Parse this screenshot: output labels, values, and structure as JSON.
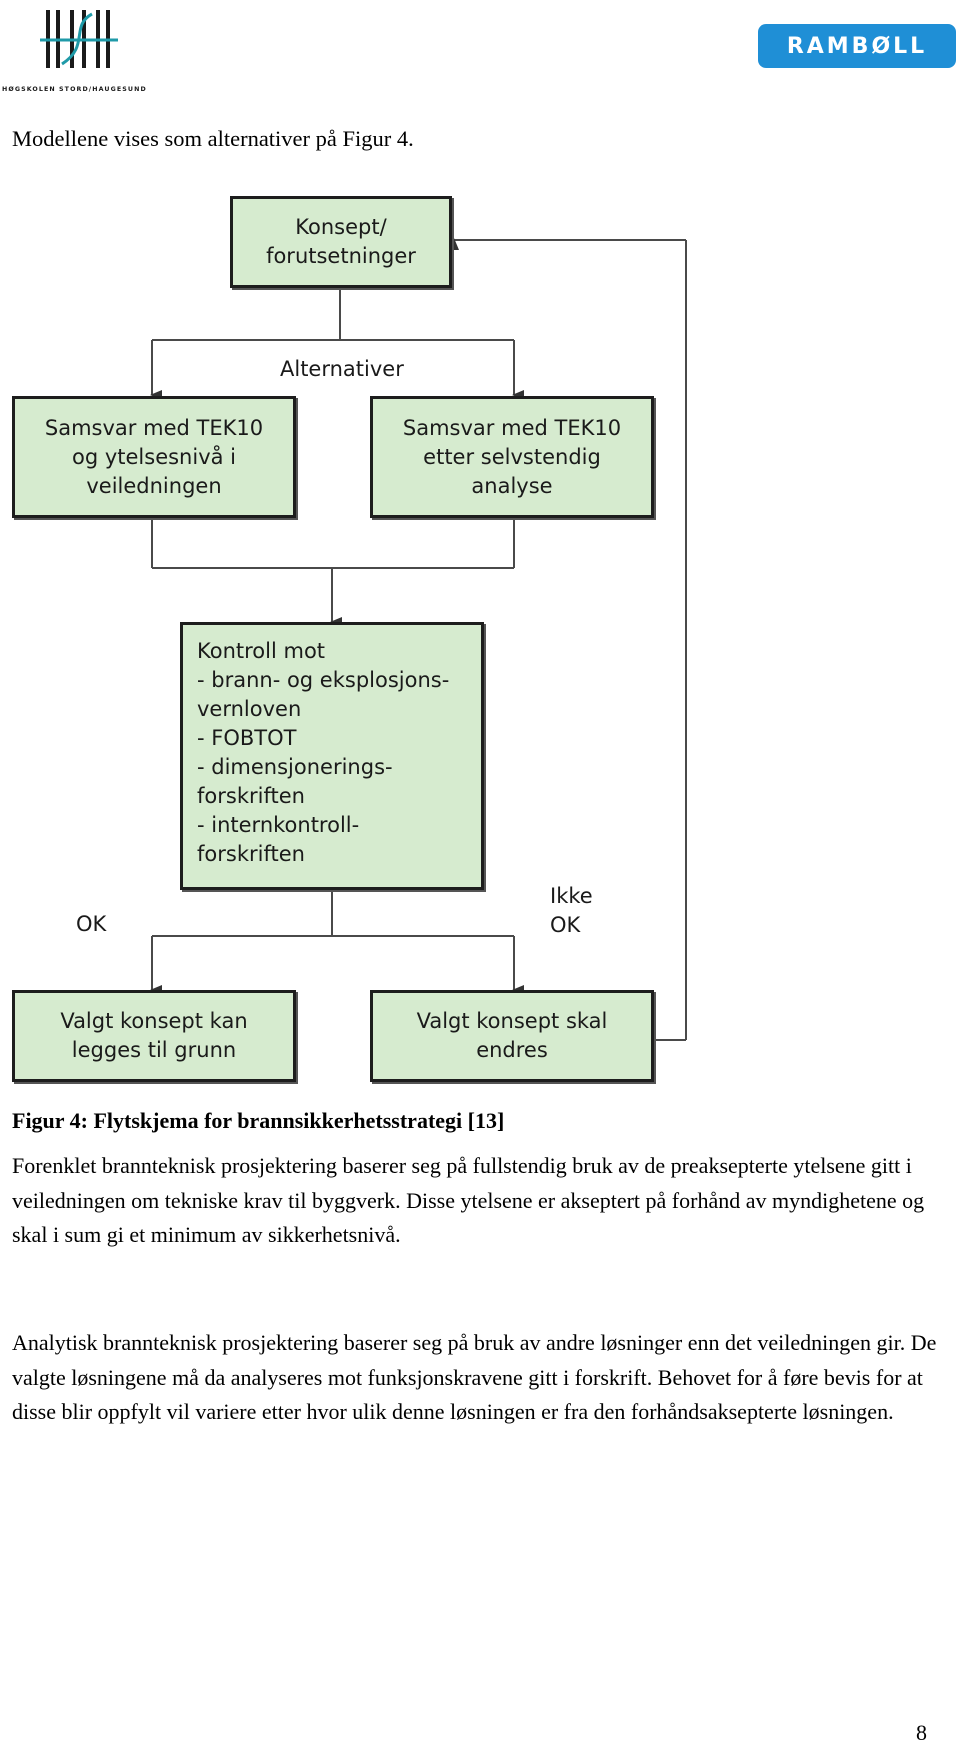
{
  "header": {
    "hsh_logo_text": "HØGSKOLEN STORD/HAUGESUND",
    "ramboll_logo_text": "RAMBØLL"
  },
  "intro": "Modellene vises som alternativer på Figur 4.",
  "flowchart": {
    "box_concept": "Konsept/\nforutsetninger",
    "label_alternatives": "Alternativer",
    "box_alt1": "Samsvar med TEK10\nog ytelsesnivå i\nveiledningen",
    "box_alt2": "Samsvar med TEK10\netter selvstendig\nanalyse",
    "box_control": "Kontroll mot\n- brann- og eksplosjons-\n  vernloven\n- FOBTOT\n- dimensjonerings-\n  forskriften\n- internkontroll-\n  forskriften",
    "label_ok": "OK",
    "label_not_ok": "Ikke\nOK",
    "box_result_ok": "Valgt konsept kan\nlegges til grunn",
    "box_result_change": "Valgt konsept skal\nendres",
    "colors": {
      "box_fill": "#d6ebcf",
      "line": "#4a4a4a"
    }
  },
  "caption": "Figur 4: Flytskjema for brannsikkerhetsstrategi [13]",
  "paragraphs": [
    "Forenklet brannteknisk prosjektering baserer seg på fullstendig bruk av de preaksepterte ytelsene gitt i veiledningen om tekniske krav til byggverk. Disse ytelsene er akseptert på forhånd av myndighetene og skal i sum gi et minimum av sikkerhetsnivå.",
    "Analytisk brannteknisk prosjektering baserer seg på bruk av andre løsninger enn det veiledningen gir. De valgte løsningene må da analyseres mot funksjonskravene gitt i forskrift. Behovet for å føre bevis for at disse blir oppfylt vil variere etter hvor ulik denne løsningen er fra den forhåndsaksepterte løsningen."
  ],
  "page_number": "8"
}
